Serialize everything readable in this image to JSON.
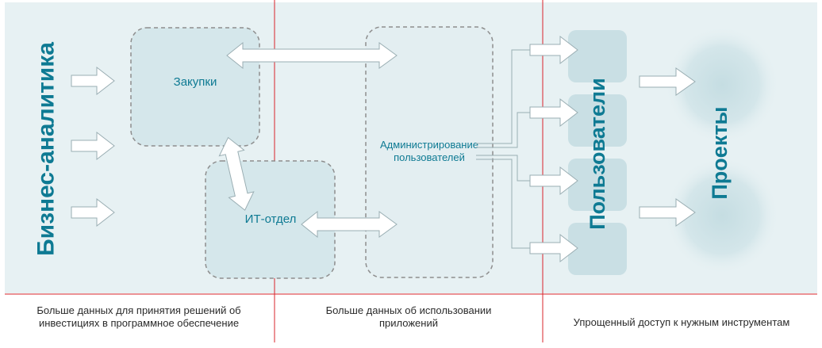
{
  "left_label": "Бизнес-аналитика",
  "nodes": {
    "purchasing": "Закупки",
    "it_dept": "ИТ-отдел",
    "user_admin_line1": "Администрирование",
    "user_admin_line2": "пользователей",
    "users": "Пользователи",
    "projects": "Проекты"
  },
  "footer": {
    "col1_line1": "Больше данных для принятия решений об",
    "col1_line2": "инвестициях в программное обеспечение",
    "col2_line1": "Больше данных об использовании",
    "col2_line2": "приложений",
    "col3": "Упрощенный доступ к нужным инструментам"
  },
  "colors": {
    "accent": "#0e7a93",
    "panel_bg": "#e7f1f3",
    "box_bg": "#d5e7eb",
    "user_box": "#c9dfe4",
    "divider": "#d9242b",
    "dashed_border": "#8e8e8e"
  }
}
